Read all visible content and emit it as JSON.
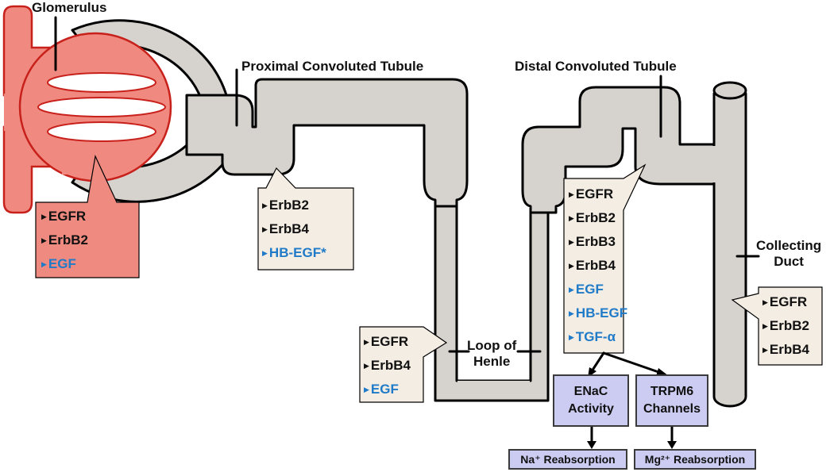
{
  "labels": {
    "glomerulus": "Glomerulus",
    "pct": "Proximal Convoluted Tubule",
    "dct": "Distal Convoluted Tubule",
    "loop_line1": "Loop of",
    "loop_line2": "Henle",
    "cd_line1": "Collecting",
    "cd_line2": "Duct"
  },
  "boxes": {
    "glomerulus": [
      {
        "text": "EGFR",
        "color": "black"
      },
      {
        "text": "ErbB2",
        "color": "black"
      },
      {
        "text": "EGF",
        "color": "blue"
      }
    ],
    "pct": [
      {
        "text": "ErbB2",
        "color": "black"
      },
      {
        "text": "ErbB4",
        "color": "black"
      },
      {
        "text": "HB-EGF*",
        "color": "blue"
      }
    ],
    "loop": [
      {
        "text": "EGFR",
        "color": "black"
      },
      {
        "text": "ErbB4",
        "color": "black"
      },
      {
        "text": "EGF",
        "color": "blue"
      }
    ],
    "dct": [
      {
        "text": "EGFR",
        "color": "black"
      },
      {
        "text": "ErbB2",
        "color": "black"
      },
      {
        "text": "ErbB3",
        "color": "black"
      },
      {
        "text": "ErbB4",
        "color": "black"
      },
      {
        "text": "EGF",
        "color": "blue"
      },
      {
        "text": "HB-EGF",
        "color": "blue"
      },
      {
        "text": "TGF-α",
        "color": "blue"
      }
    ],
    "cd": [
      {
        "text": "EGFR",
        "color": "black"
      },
      {
        "text": "ErbB2",
        "color": "black"
      },
      {
        "text": "ErbB4",
        "color": "black"
      }
    ]
  },
  "effects": {
    "enac_line1": "ENaC",
    "enac_line2": "Activity",
    "trpm6_line1": "TRPM6",
    "trpm6_line2": "Channels",
    "na": "Na⁺ Reabsorption",
    "mg": "Mg²⁺ Reabsorption"
  },
  "colors": {
    "tubule": "#d6d2cd",
    "glomerulus": "#f08a80",
    "glomerulus_box": "#ef8a80",
    "callout": "#f4ede4",
    "effect": "#ccccf2",
    "ligand_text": "#1f7ac8"
  },
  "icons": {
    "bullet": "triangle-right-icon"
  }
}
